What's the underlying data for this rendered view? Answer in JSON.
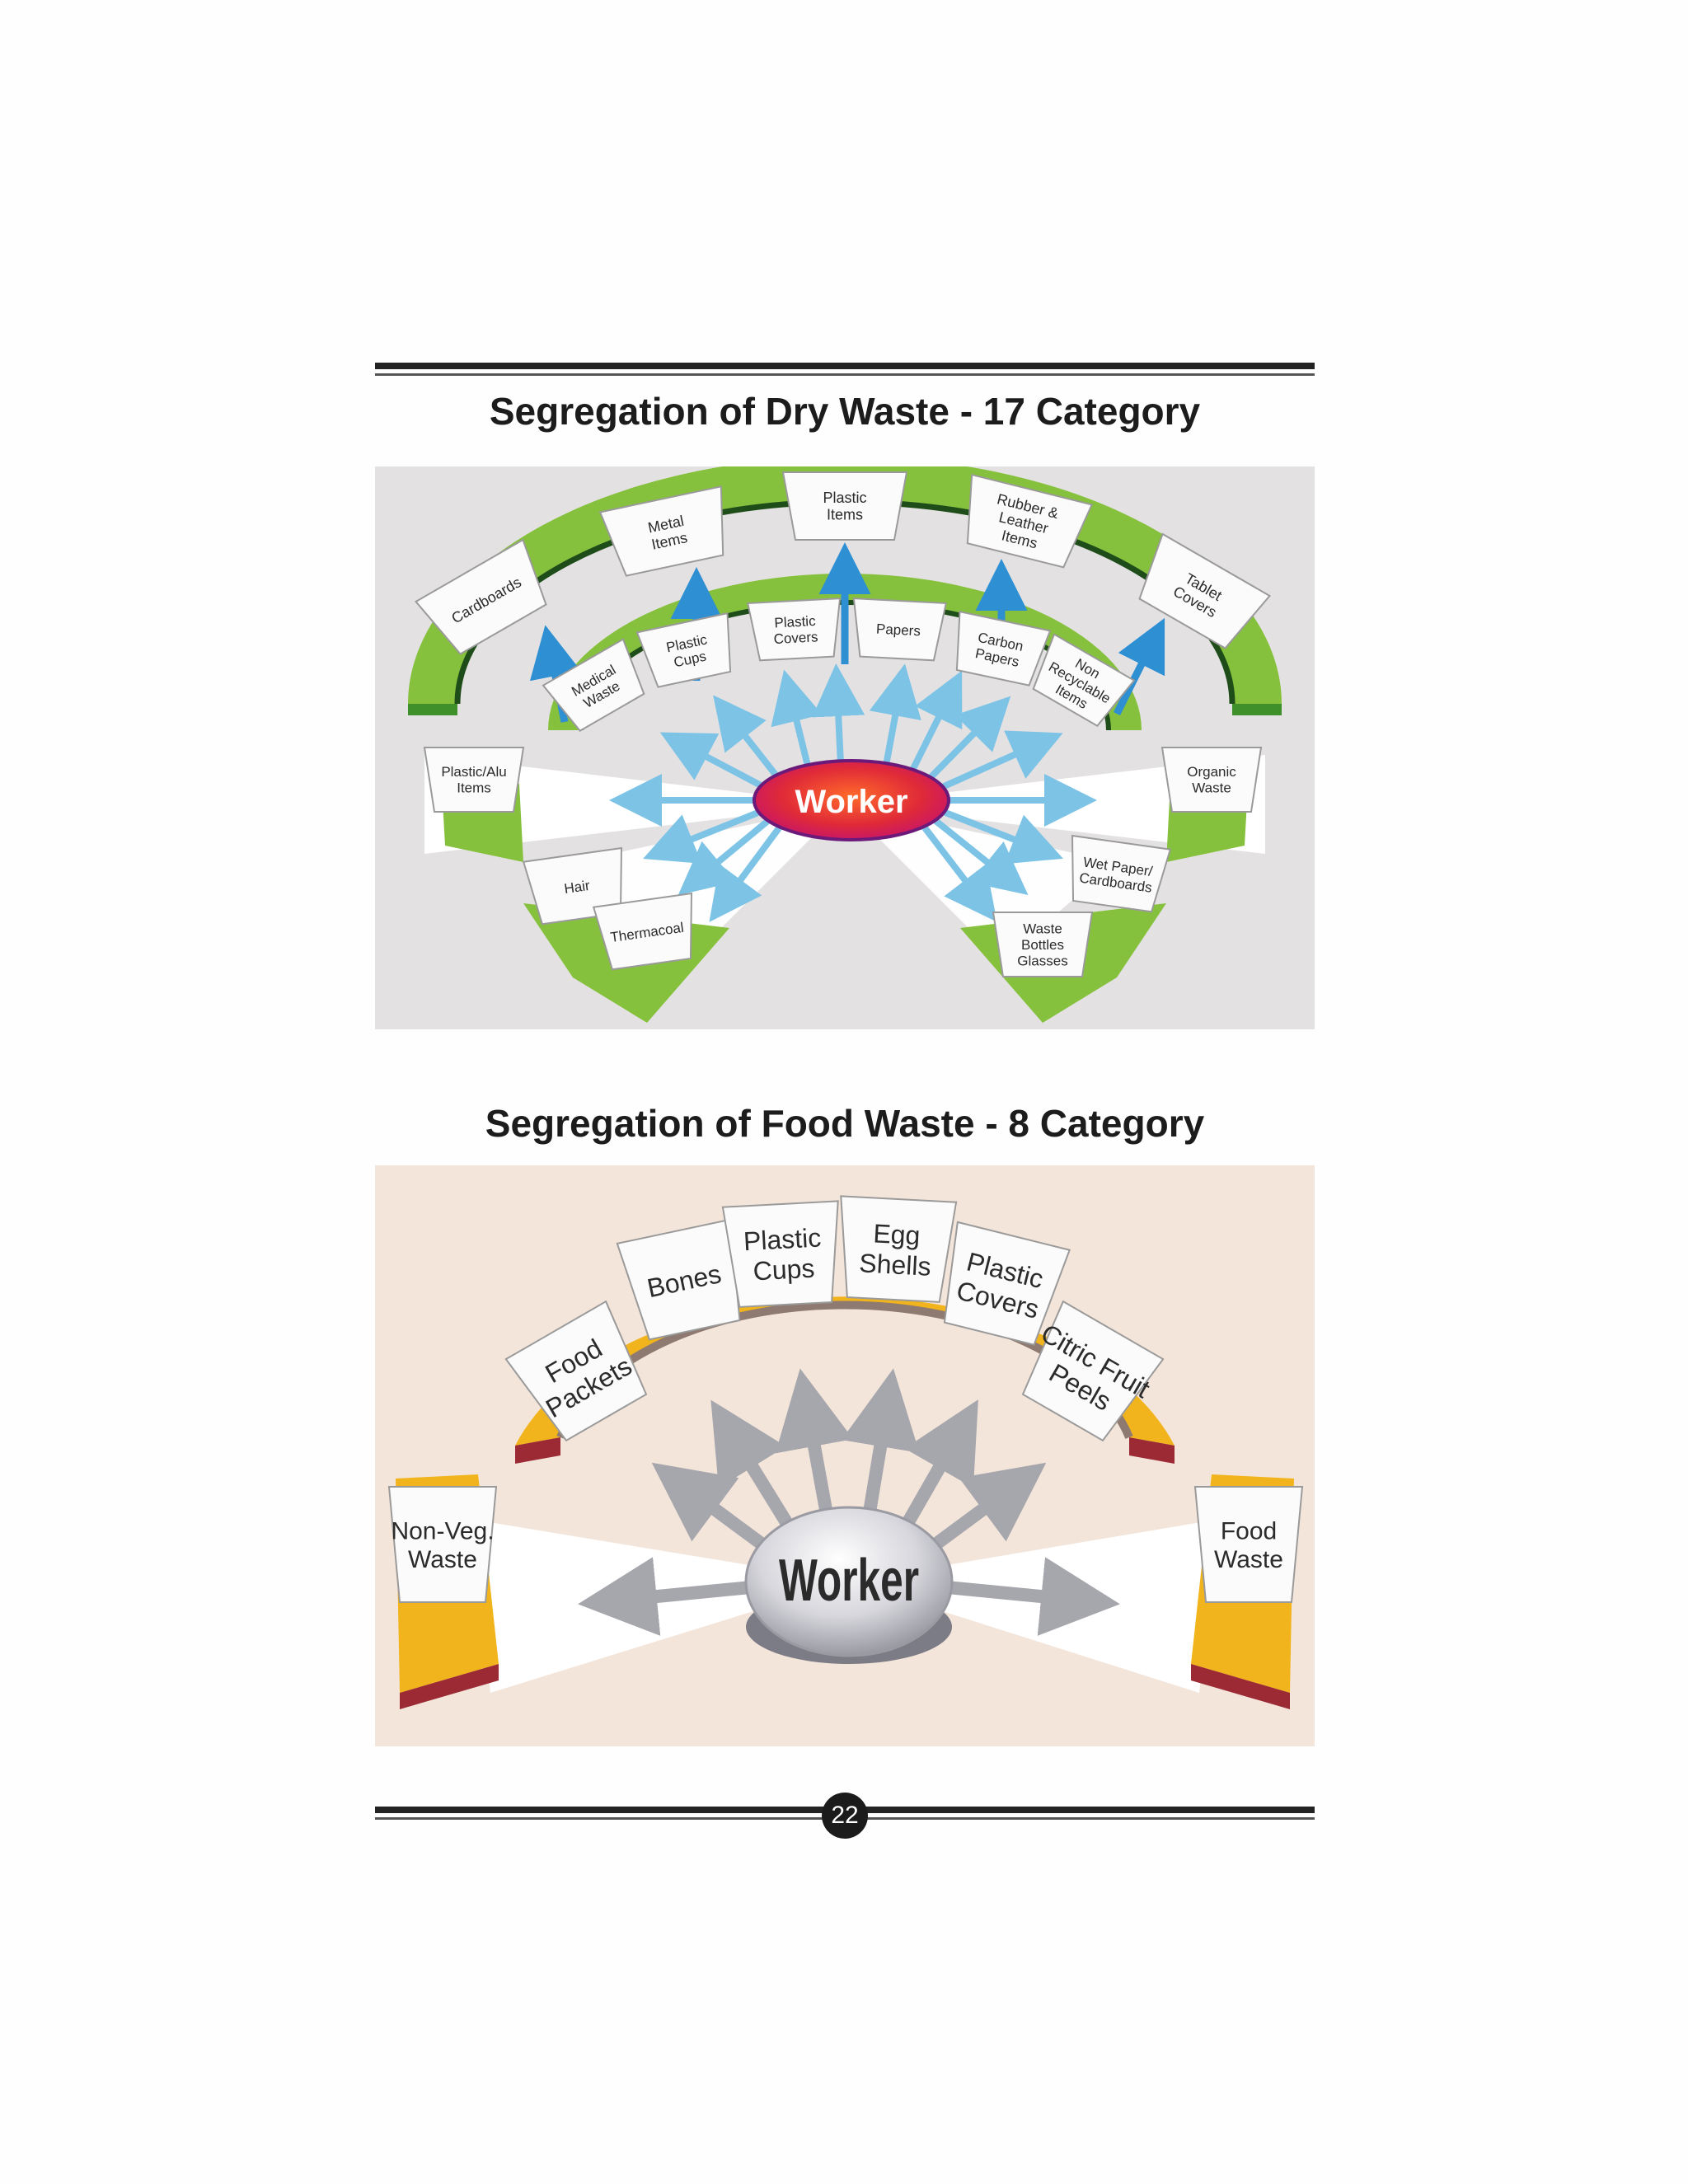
{
  "dry_waste": {
    "title": "Segregation of Dry Waste - 17 Category",
    "center_label": "Worker",
    "outer_bins": [
      [
        "Cardboards"
      ],
      [
        "Metal",
        "Items"
      ],
      [
        "Plastic",
        "Items"
      ],
      [
        "Rubber &",
        "Leather",
        "Items"
      ],
      [
        "Tablet",
        "Covers"
      ]
    ],
    "inner_bins": [
      [
        "Medical",
        "Waste"
      ],
      [
        "Plastic",
        "Cups"
      ],
      [
        "Plastic",
        "Covers"
      ],
      [
        "Papers"
      ],
      [
        "Carbon",
        "Papers"
      ],
      [
        "Non",
        "Recyclable",
        "Items"
      ]
    ],
    "side_bins": [
      [
        "Plastic/Alu",
        "Items"
      ],
      [
        "Organic",
        "Waste"
      ],
      [
        "Hair"
      ],
      [
        "Thermacoal"
      ],
      [
        "Wet Paper/",
        "Cardboards"
      ],
      [
        "Waste",
        "Bottles",
        "Glasses"
      ]
    ]
  },
  "food_waste": {
    "title": "Segregation of Food Waste - 8 Category",
    "center_label": "Worker",
    "arc_bins": [
      [
        "Food",
        "Packets"
      ],
      [
        "Bones"
      ],
      [
        "Plastic",
        "Cups"
      ],
      [
        "Egg",
        "Shells"
      ],
      [
        "Plastic",
        "Covers"
      ],
      [
        "Citric Fruit",
        "Peels"
      ]
    ],
    "side_bins": [
      [
        "Non-Veg.",
        "Waste"
      ],
      [
        "Food",
        "Waste"
      ]
    ]
  },
  "page_number": "22",
  "colors": {
    "dry_background": "#e3e1e2",
    "dry_band": "#86c13d",
    "dry_arrow": "#7cc3e6",
    "food_background": "#f4e5da",
    "food_band": "#f1b41c",
    "food_band_side": "#9b2a35",
    "food_arrow": "#a6a6ad"
  }
}
